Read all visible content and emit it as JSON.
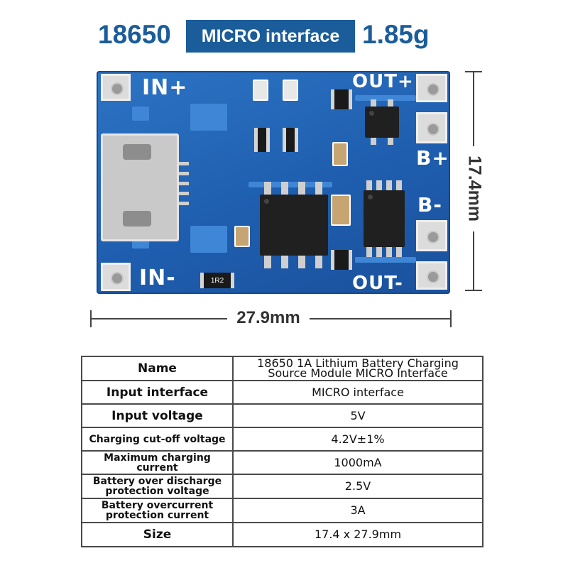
{
  "header": {
    "left": "18650",
    "badge": "MICRO interface",
    "right": "1.85g"
  },
  "board": {
    "in_plus": "IN+",
    "in_minus": "IN-",
    "out_plus": "OUT+",
    "out_minus": "OUT-",
    "b_plus": "B+",
    "b_minus": "B-",
    "resistor_code": "1R2"
  },
  "dimensions": {
    "height": "17.4mm",
    "width": "27.9mm"
  },
  "specs": [
    {
      "key": "Name",
      "value": "18650 1A Lithium Battery Charging Source Module MICRO Interface"
    },
    {
      "key": "Input interface",
      "value": "MICRO interface"
    },
    {
      "key": "Input voltage",
      "value": "5V"
    },
    {
      "key": "Charging cut-off voltage",
      "value": "4.2V±1%"
    },
    {
      "key": "Maximum charging current",
      "value": "1000mA"
    },
    {
      "key": "Battery over discharge protection voltage",
      "value": "2.5V"
    },
    {
      "key": "Battery overcurrent protection current",
      "value": "3A"
    },
    {
      "key": "Size",
      "value": "17.4 x 27.9mm"
    }
  ]
}
